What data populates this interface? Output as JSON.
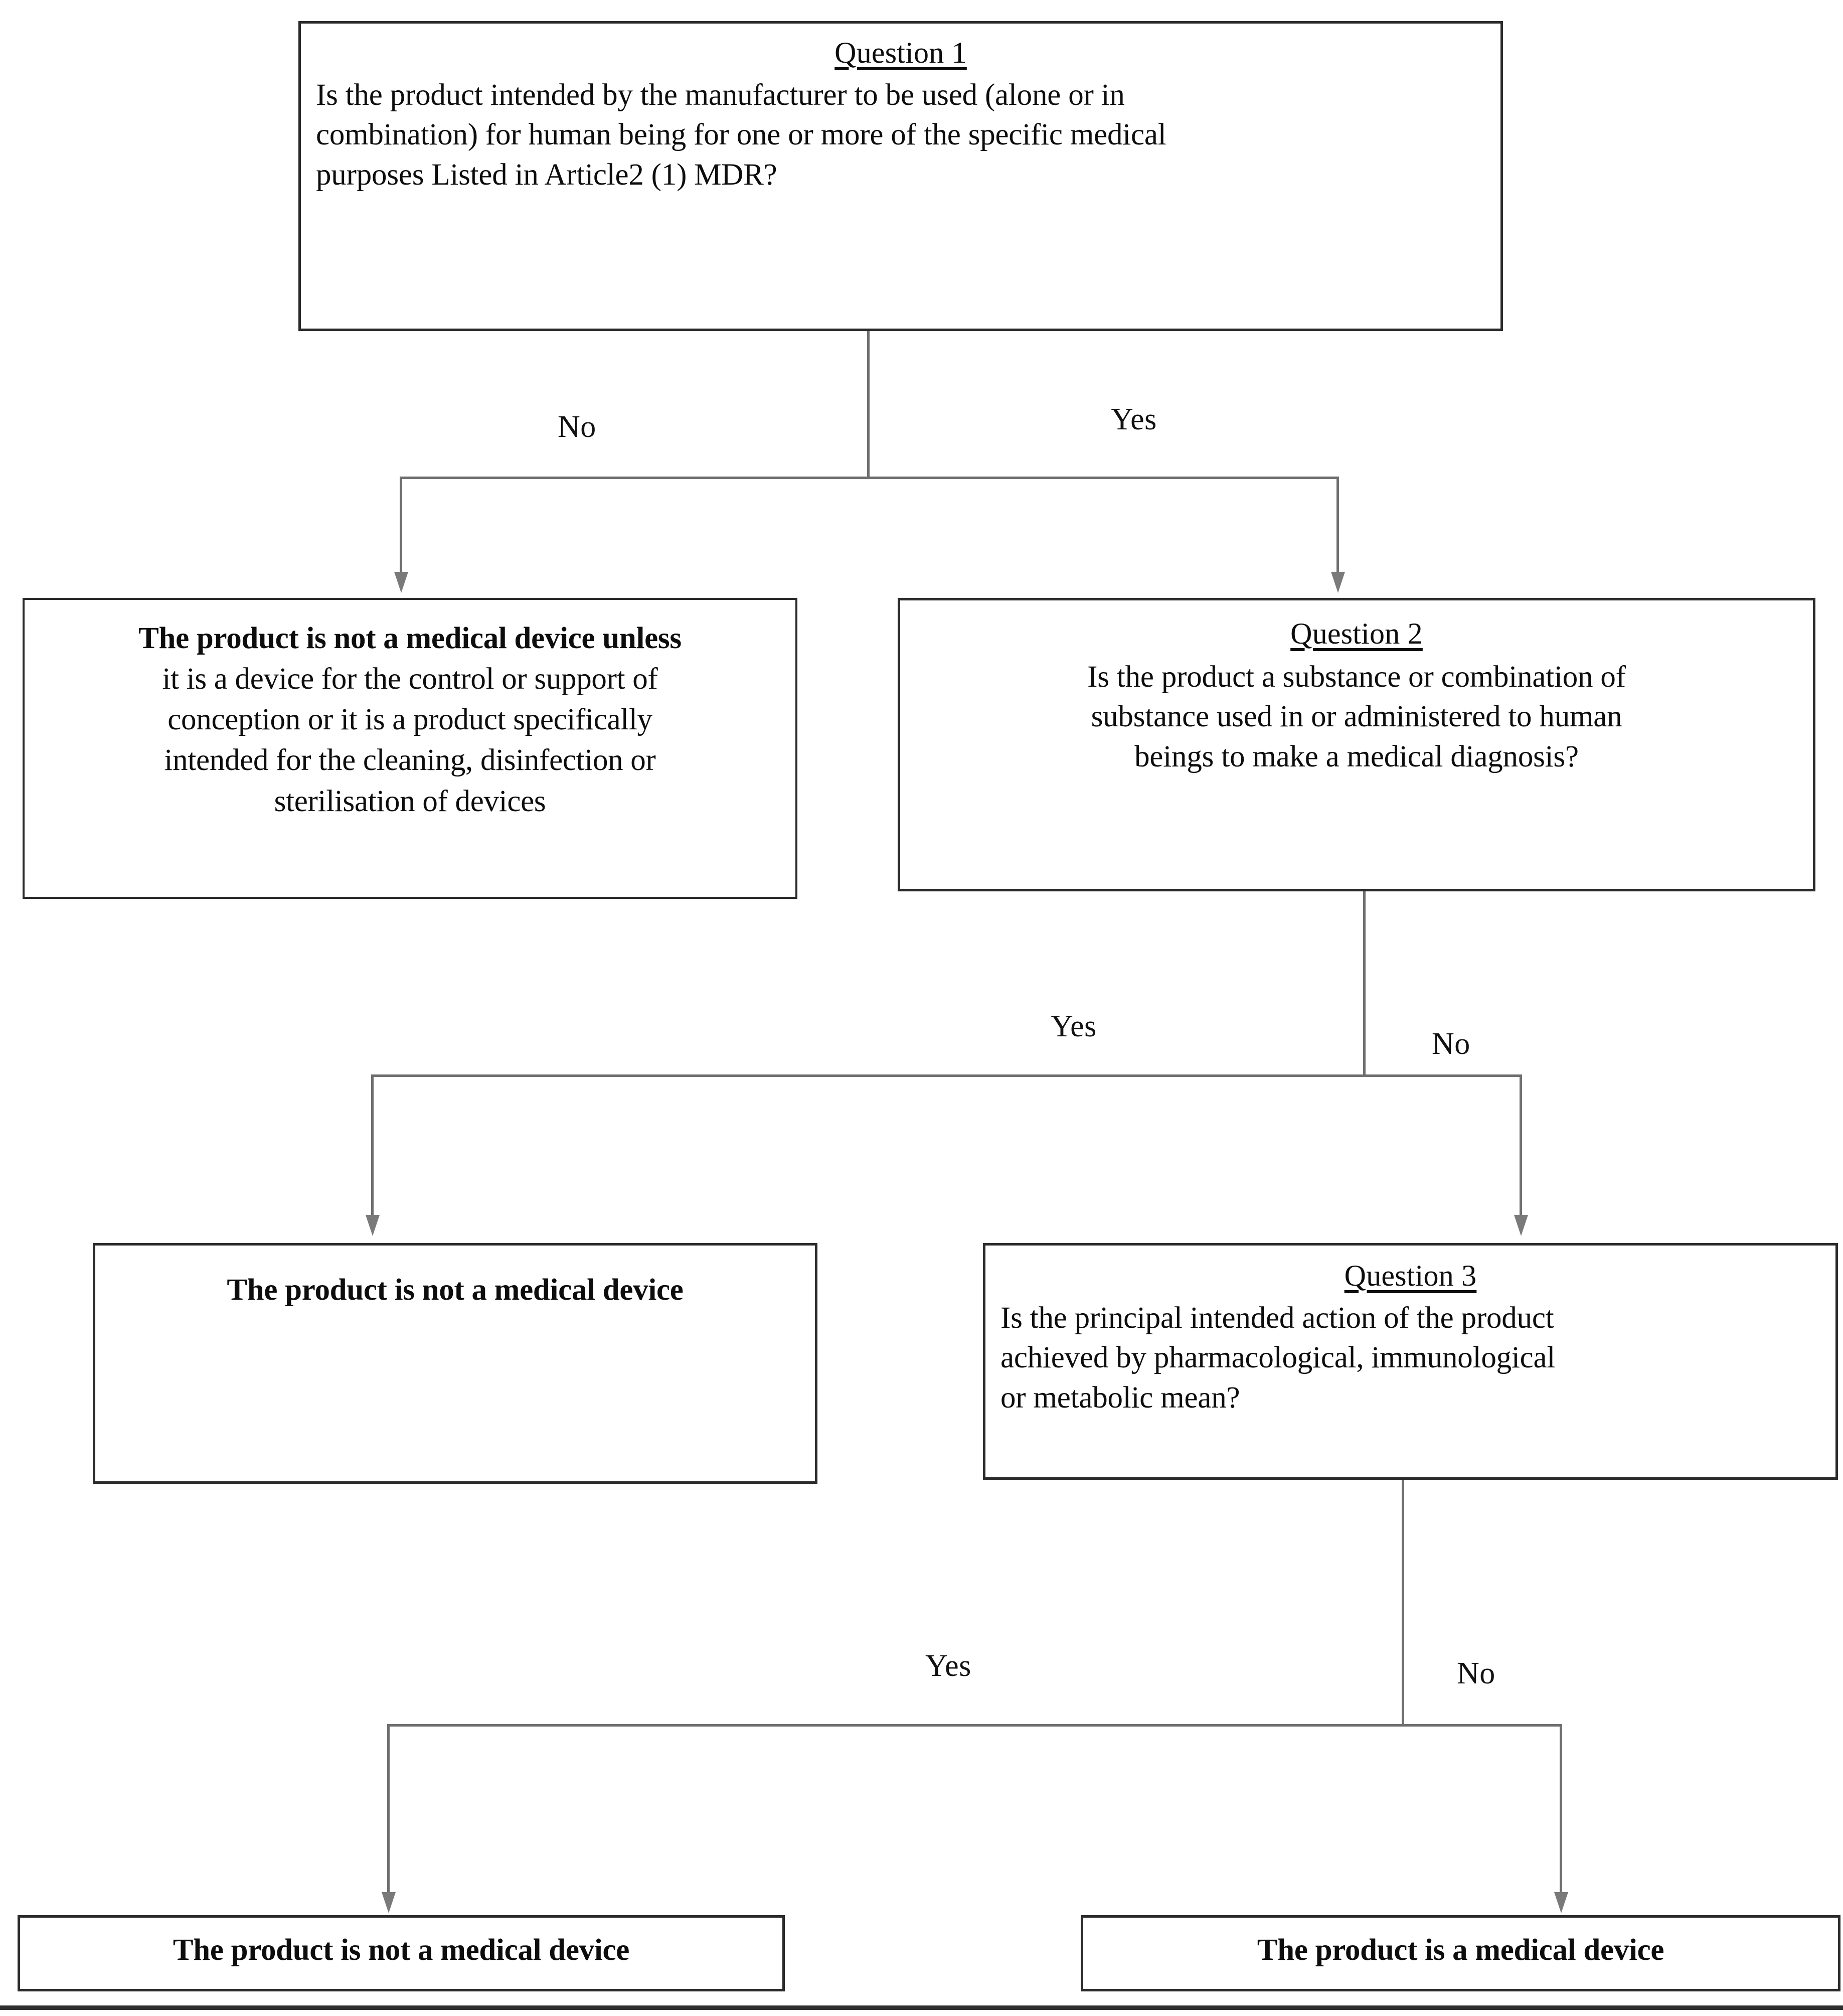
{
  "diagram": {
    "title": "MDR medical device qualification decision tree",
    "accent_color": "#2b2b2b",
    "connector_color": "#6f6f6f",
    "nodes": {
      "question1": {
        "title": "Question 1",
        "line1": "Is the product intended by the manufacturer to be used (alone or in",
        "line2": "combination) for human being for one or more of the specific medical",
        "line3": "purposes Listed in Article2 (1) MDR?"
      },
      "not_device_unless": {
        "line1": "The product is not a medical device unless",
        "line2": "it is a device for the control or support of",
        "line3": "conception or it is a product specifically",
        "line4": "intended for the cleaning, disinfection or",
        "line5": "sterilisation of devices"
      },
      "question2": {
        "title": "Question 2",
        "line1": "Is the product a substance or combination of",
        "line2": "substance used in or administered to human",
        "line3": "beings to make a medical diagnosis?"
      },
      "not_device_mid": {
        "line1": "The product is not a medical device"
      },
      "question3": {
        "title": "Question 3",
        "line1": "Is the principal intended action of the product",
        "line2": "achieved by pharmacological, immunological",
        "line3": "or metabolic mean?"
      },
      "not_device_bottom": {
        "line1": "The product is not a medical device"
      },
      "is_device_bottom": {
        "line1": "The product is a medical device"
      }
    },
    "edges": {
      "q1_no": "No",
      "q1_yes": "Yes",
      "q2_yes": "Yes",
      "q2_no": "No",
      "q3_yes": "Yes",
      "q3_no": "No"
    }
  }
}
